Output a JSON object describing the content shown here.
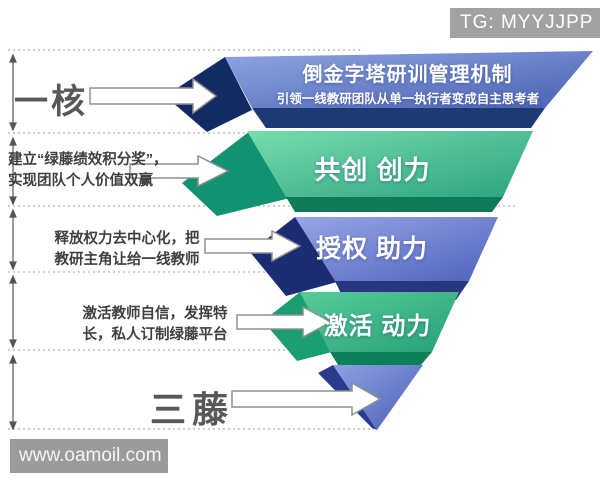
{
  "watermarks": {
    "tg": "TG: MYYJJPP",
    "site": "www.oamoil.com"
  },
  "funnel": {
    "layers": [
      {
        "title": "倒金字塔研训管理机制",
        "subtitle": "引领一线教研团队从单一执行者变成自主思考者",
        "color_name": "blue",
        "color": "#5b74c4"
      },
      {
        "title": "共创 创力",
        "color_name": "green",
        "color": "#3bbd8d"
      },
      {
        "title": "授权 助力",
        "color_name": "violet-blue",
        "color": "#5e71c6"
      },
      {
        "title": "激活 动力",
        "color_name": "green",
        "color": "#2fa882"
      },
      {
        "title": "",
        "color_name": "blue-tip",
        "color": "#6c82d2"
      }
    ]
  },
  "annotations": [
    {
      "label": "一核"
    },
    {
      "line1": "建立“绿藤绩效积分奖”，",
      "line2": "实现团队个人价值双赢"
    },
    {
      "line1": "释放权力去中心化，把",
      "line2": "教研主角让给一线教师"
    },
    {
      "line1": "激活教师自信，发挥特",
      "line2": "长，私人订制绿藤平台"
    },
    {
      "label": "三藤"
    }
  ],
  "colors": {
    "rim_navy": "#1d3a74",
    "rim_green": "#0e7a58",
    "watermark_gray": "#a2a2a2",
    "annotation_gray": "#3f3f3f",
    "dimension_gray": "#555555"
  }
}
